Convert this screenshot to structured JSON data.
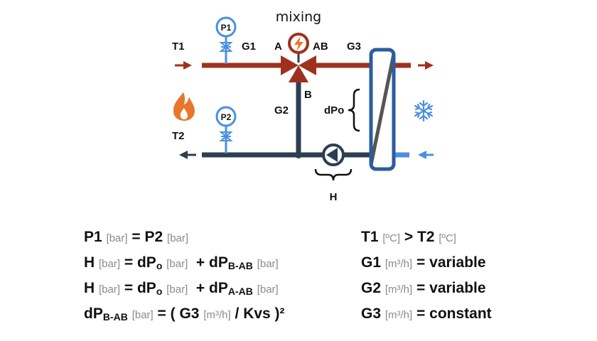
{
  "colors": {
    "hot": "#a0301e",
    "cold": "#2c3e50",
    "accent": "#4a90e2",
    "flame": "#e8762c"
  },
  "diagram": {
    "title": "mixing",
    "labels": {
      "t1": "T1",
      "t2": "T2",
      "g1": "G1",
      "g2": "G2",
      "g3": "G3",
      "a": "A",
      "ab": "AB",
      "b": "B",
      "dpo": "dPo",
      "h": "H",
      "p1": "P1",
      "p2": "P2"
    },
    "icons": [
      "flame-icon",
      "snowflake-icon",
      "lightning-icon",
      "pump-icon",
      "valve-icon",
      "heat-exchanger-icon"
    ]
  },
  "equations": {
    "e1": {
      "a": "P1",
      "u1": "[bar]",
      "b": "= P2",
      "u2": "[bar]"
    },
    "e2": {
      "a": "H",
      "u1": "[bar]",
      "b": "= dP",
      "sub1": "o",
      "u2": "[bar]",
      "c": "+ dP",
      "sub2": "B-AB",
      "u3": "[bar]"
    },
    "e3": {
      "a": "H",
      "u1": "[bar]",
      "b": "= dP",
      "sub1": "o",
      "u2": "[bar]",
      "c": "+ dP",
      "sub2": "A-AB",
      "u3": "[bar]"
    },
    "e4": {
      "a": "dP",
      "sub1": "B-AB",
      "u1": "[bar]",
      "b": "= ( G3",
      "u2": "[m³/h]",
      "c": "/ Kvs )²"
    },
    "e5": {
      "a": "T1",
      "u1": "[ºC]",
      "b": "> T2",
      "u2": "[ºC]"
    },
    "e6": {
      "a": "G1",
      "u1": "[m³/h]",
      "b": "= variable"
    },
    "e7": {
      "a": "G2",
      "u1": "[m³/h]",
      "b": "= variable"
    },
    "e8": {
      "a": "G3",
      "u1": "[m³/h]",
      "b": "= constant"
    }
  }
}
